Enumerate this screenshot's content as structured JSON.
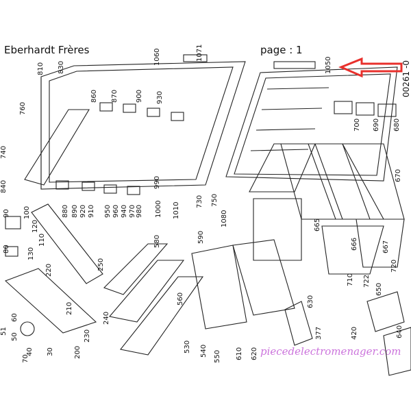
{
  "header": {
    "brand": "Eberhardt Frères",
    "page_label": "page : 1",
    "ref_code": "00261 -0"
  },
  "watermark": "piecedelectromenager.com",
  "arrow_color": "#e8302c",
  "part_numbers": [
    "1071",
    "1060",
    "1050",
    "830",
    "810",
    "760",
    "740",
    "840",
    "880",
    "890",
    "900",
    "910",
    "920",
    "930",
    "940",
    "950",
    "960",
    "970",
    "980",
    "990",
    "1000",
    "1010",
    "730",
    "750",
    "1080",
    "860",
    "870",
    "700",
    "690",
    "680",
    "670",
    "665",
    "666",
    "667",
    "710",
    "722",
    "720",
    "590",
    "580",
    "560",
    "550",
    "530",
    "540",
    "610",
    "620",
    "630",
    "377",
    "650",
    "640",
    "420",
    "240",
    "230",
    "250",
    "220",
    "210",
    "200",
    "100",
    "110",
    "120",
    "130",
    "90",
    "80",
    "60",
    "50",
    "70",
    "51",
    "30",
    "40"
  ]
}
